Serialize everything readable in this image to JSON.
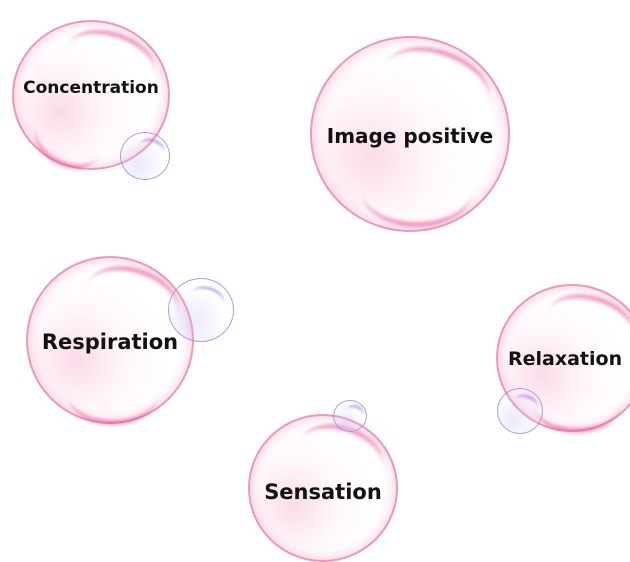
{
  "bubbles": {
    "concentration": "Concentration",
    "image_positive": "Image positive",
    "respiration": "Respiration",
    "relaxation": "Relaxation",
    "sensation": "Sensation"
  },
  "colors": {
    "bubble_rim": "#e878aa",
    "bubble_highlight": "#e65096",
    "small_bubble_rim": "#a58ce1",
    "text": "#111111",
    "background": "#ffffff"
  }
}
